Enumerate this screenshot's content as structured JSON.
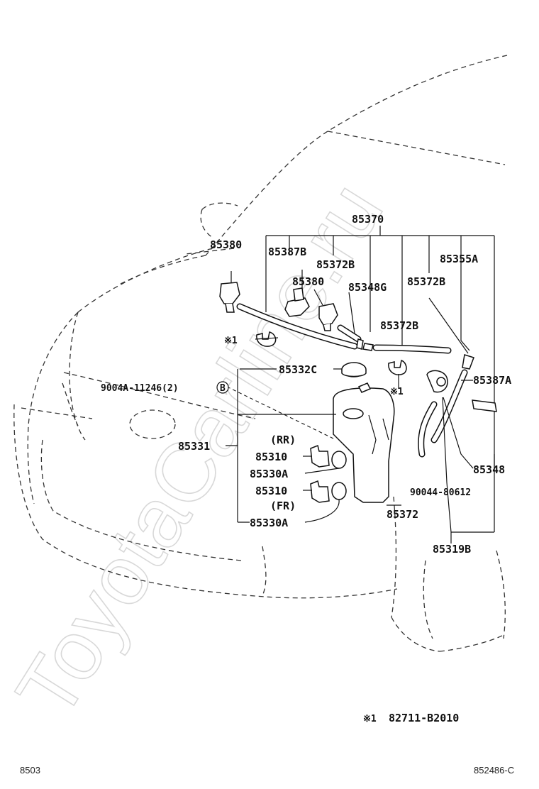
{
  "watermark": "ToyotaCarline.ru",
  "callouts": {
    "c85370": "85370",
    "c85380a": "85380",
    "c85387b": "85387B",
    "c85372b_1": "85372B",
    "c85380b": "85380",
    "c85348g": "85348G",
    "c85355a": "85355A",
    "c85372b_2": "85372B",
    "c85372b_3": "85372B",
    "c_note_mark_1": "※1",
    "c_note_mark_2": "※1",
    "c85332c": "85332C",
    "c9004a": "9004A-11246(2)",
    "c_bolt_letter": "B",
    "c85387a": "85387A",
    "c85331": "85331",
    "c_rr": "(RR)",
    "c85310a": "85310",
    "c85330a_1": "85330A",
    "c85310b": "85310",
    "c_fr": "(FR)",
    "c85330a_2": "85330A",
    "c85372": "85372",
    "c85348": "85348",
    "c90044": "90044-80612",
    "c85319b": "85319B"
  },
  "note": {
    "mark": "※1",
    "part_number": "82711-B2010"
  },
  "footer": {
    "left_code": "8503",
    "right_code": "852486-C"
  }
}
